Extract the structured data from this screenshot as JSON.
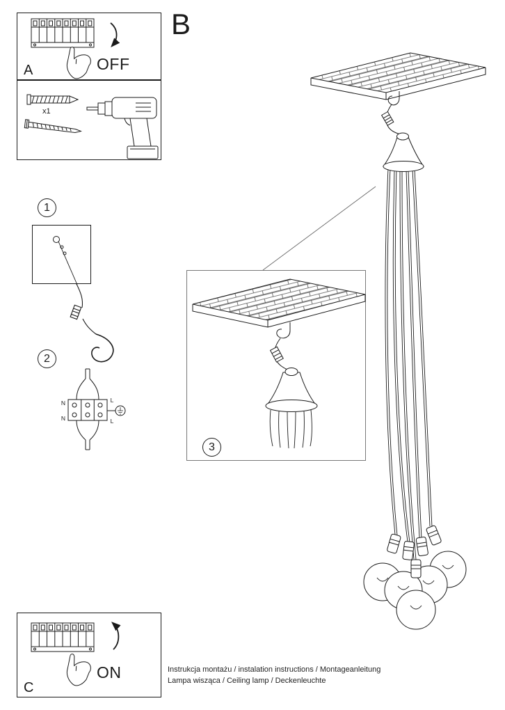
{
  "panel_a": {
    "label": "A",
    "state": "OFF"
  },
  "panel_b": {
    "label": "B"
  },
  "panel_c": {
    "label": "C",
    "state": "ON"
  },
  "tools": {
    "dowel_qty": "x1"
  },
  "steps": {
    "one": "1",
    "two": "2",
    "three": "3"
  },
  "wiring": {
    "neutral": "N",
    "live": "L"
  },
  "footer": {
    "line1": "Instrukcja montażu / instalation instructions / Montageanleitung",
    "line2": "Lampa wisząca / Ceiling lamp / Deckenleuchte"
  },
  "colors": {
    "ink": "#1a1a1a",
    "paper": "#ffffff"
  }
}
